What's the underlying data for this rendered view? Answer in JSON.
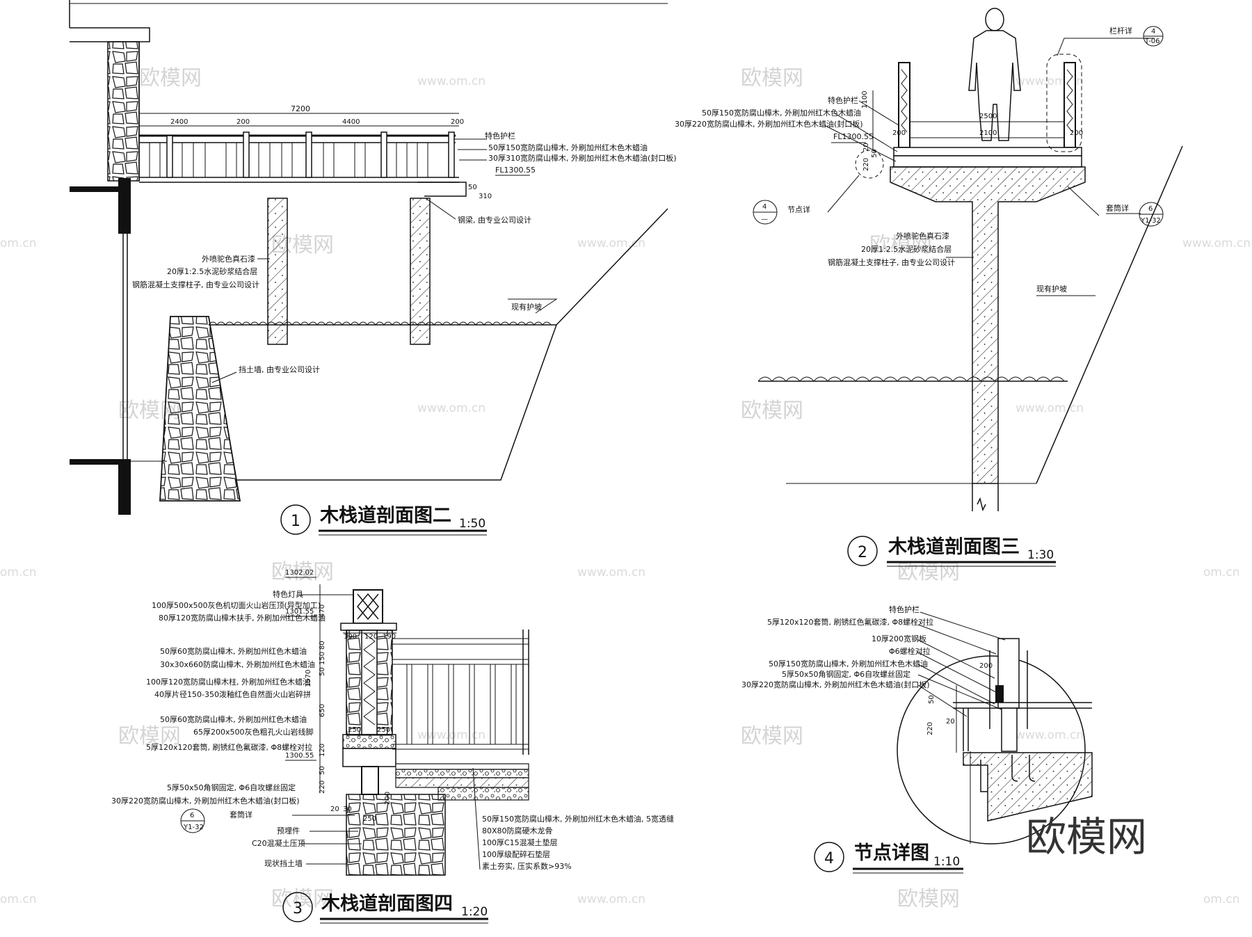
{
  "drawings": [
    {
      "num": "1",
      "title": "木栈道剖面图二",
      "scale": "1:50",
      "dims": {
        "total": "7200",
        "a": "2400",
        "b": "200",
        "c": "4400",
        "d": "200",
        "e": "50",
        "f": "310"
      },
      "labels": [
        "特色护栏",
        "50厚150宽防腐山樟木, 外刷加州红木色木蜡油",
        "30厚310宽防腐山樟木, 外刷加州红木色木蜡油(封口板)",
        "FL1300.55",
        "钢梁, 由专业公司设计",
        "外喷驼色真石漆",
        "20厚1:2.5水泥砂浆结合层",
        "钢筋混凝土支撑柱子, 由专业公司设计",
        "现有护坡",
        "挡土墙, 由专业公司设计"
      ]
    },
    {
      "num": "2",
      "title": "木栈道剖面图三",
      "scale": "1:30",
      "dims": {
        "h": "1100",
        "w": "2500",
        "w2": "2100",
        "l": "200",
        "r": "200",
        "s": "20",
        "t": "50",
        "u": "220"
      },
      "labels": [
        "栏杆详",
        "特色护栏",
        "50厚150宽防腐山樟木, 外刷加州红木色木蜡油",
        "30厚220宽防腐山樟木, 外刷加州红木色木蜡油(封口板)",
        "FL1300.55",
        "节点详",
        "套筒详",
        "外喷驼色真石漆",
        "20厚1:2.5水泥砂浆结合层",
        "钢筋混凝土支撑柱子, 由专业公司设计",
        "现有护坡"
      ],
      "refs": [
        {
          "top": "4",
          "bottom": "T-06"
        },
        {
          "top": "4",
          "bottom": "—"
        },
        {
          "top": "6",
          "bottom": "Y1-32"
        }
      ]
    },
    {
      "num": "3",
      "title": "木栈道剖面图四",
      "scale": "1:20",
      "dims": {
        "d1": "190",
        "d2": "120",
        "d3": "190",
        "v1": "470",
        "v2": "80",
        "v3": "150",
        "v4": "50",
        "v5": "1570",
        "v6": "650",
        "v7": "120",
        "v8": "50",
        "v9": "220",
        "v10": "200",
        "w1": "250",
        "w2": "250",
        "w3": "20",
        "w4": "30",
        "w5": "250"
      },
      "levels": [
        "1302.02",
        "1301.55",
        "1300.55"
      ],
      "labels": [
        "特色灯具",
        "100厚500x500灰色机切面火山岩压顶(异型加工)",
        "80厚120宽防腐山樟木扶手, 外刷加州红色木蜡油",
        "50厚60宽防腐山樟木, 外刷加州红色木蜡油",
        "30x30x660防腐山樟木, 外刷加州红色木蜡油",
        "100厚120宽防腐山樟木柱, 外刷加州红色木蜡油",
        "40厚片径150-350泼釉红色自然面火山岩碎拼",
        "50厚60宽防腐山樟木, 外刷加州红色木蜡油",
        "65厚200x500灰色粗孔火山岩线脚",
        "5厚120x120套筒, 刷锈红色氟碳漆, Φ8螺栓对拉",
        "5厚50x50角钢固定, Φ6自攻螺丝固定",
        "30厚220宽防腐山樟木, 外刷加州红木色木蜡油(封口板)",
        "套筒详",
        "预埋件",
        "C20混凝土压顶",
        "现状挡土墙",
        "50厚150宽防腐山樟木, 外刷加州红木色木蜡油, 5宽透缝",
        "80X80防腐硬木龙骨",
        "100厚C15混凝土垫层",
        "100厚级配碎石垫层",
        "素土夯实, 压实系数>93%"
      ],
      "ref": {
        "top": "6",
        "bottom": "Y1-32"
      }
    },
    {
      "num": "4",
      "title": "节点详图",
      "scale": "1:10",
      "dims": {
        "a": "200",
        "b": "50",
        "c": "20",
        "d": "220"
      },
      "labels": [
        "特色护栏",
        "5厚120x120套筒, 刷锈红色氟碳漆, Φ8螺栓对拉",
        "10厚200宽钢板",
        "Φ6螺栓对拉",
        "50厚150宽防腐山樟木, 外刷加州红木色木蜡油",
        "5厚50x50角钢固定, Φ6自攻螺丝固定",
        "30厚220宽防腐山樟木, 外刷加州红木色木蜡油(封口板)"
      ]
    }
  ],
  "watermark": {
    "cn": "欧模网",
    "url": "www.om.cn",
    "edge": "om.cn"
  },
  "logo": "欧模网"
}
